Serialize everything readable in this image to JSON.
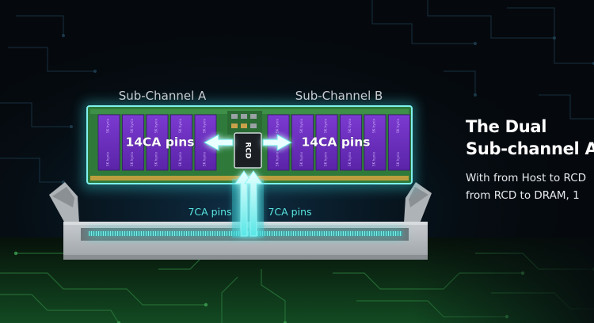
{
  "diagram": {
    "subchannel_a_label": "Sub-Channel A",
    "subchannel_b_label": "Sub-Channel B",
    "pins_a_label": "14CA pins",
    "pins_b_label": "14CA pins",
    "rcd_label": "RCD",
    "host_pins_left_label": "7CA pins",
    "host_pins_right_label": "7CA pins",
    "chip_brand_label": "SK hynix"
  },
  "headline": {
    "line1": "The Dual",
    "line2": "Sub-channel A"
  },
  "body": {
    "line1": "With from Host to RCD",
    "line2": "from RCD to DRAM, 1"
  },
  "colors": {
    "background": "#05090d",
    "dram_chip": "#6a2fc0",
    "module_pcb": "#2f7a3a",
    "glow_cyan": "#36e0e0",
    "slot_gray": "#b9bec2",
    "board_green": "#0e3d1c"
  }
}
